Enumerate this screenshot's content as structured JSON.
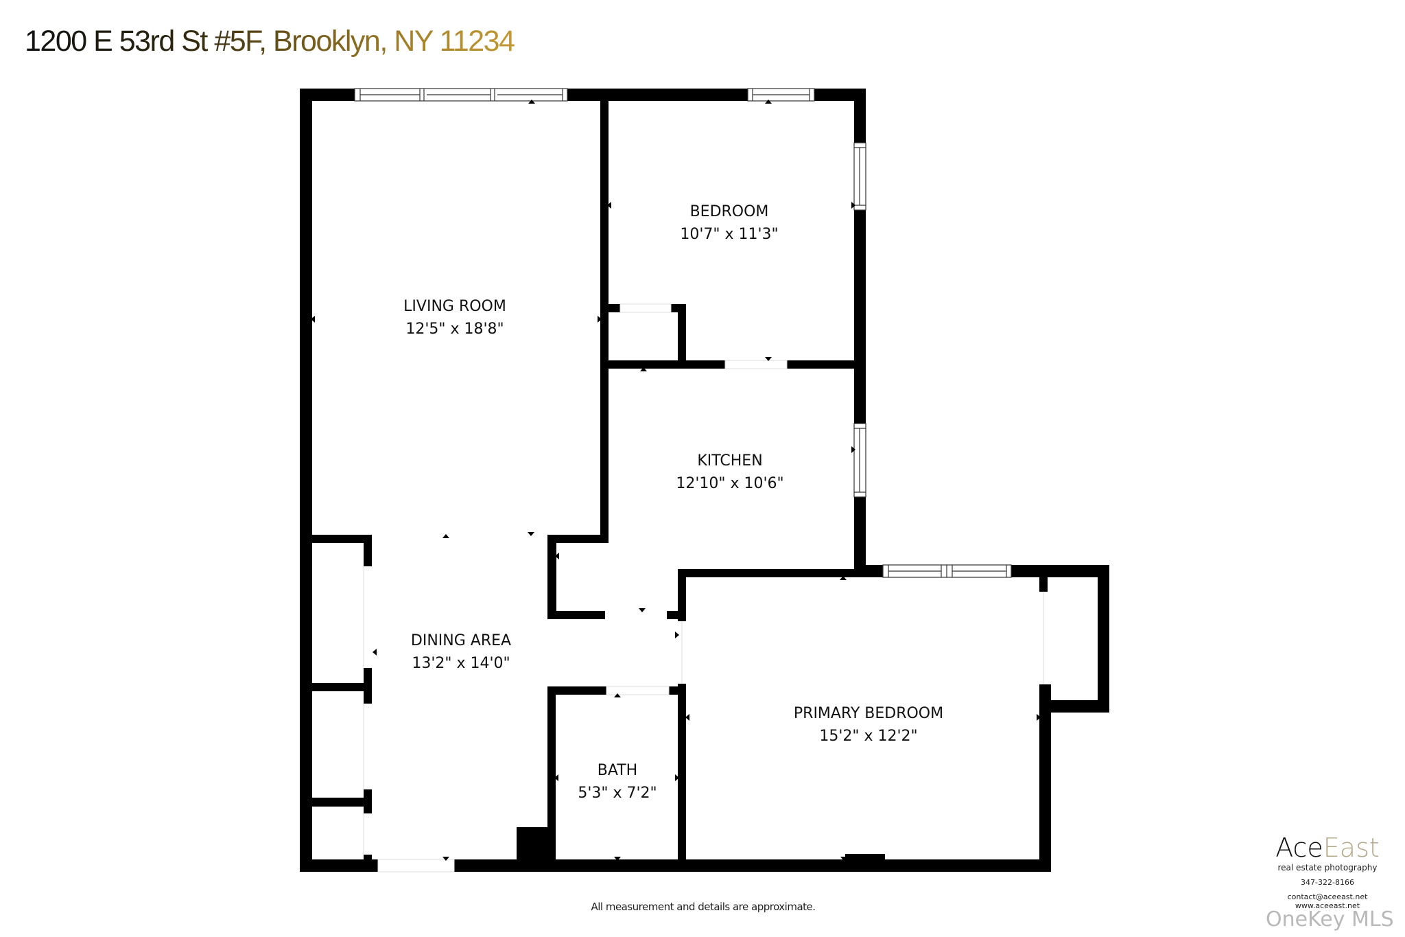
{
  "header": {
    "address": "1200 E 53rd St #5F, Brooklyn, NY 11234"
  },
  "floorplan": {
    "wall_color": "#000000",
    "rooms": [
      {
        "id": "living-room",
        "name": "LIVING ROOM",
        "dims": "12'5\" x 18'8\""
      },
      {
        "id": "bedroom",
        "name": "BEDROOM",
        "dims": "10'7\" x 11'3\""
      },
      {
        "id": "kitchen",
        "name": "KITCHEN",
        "dims": "12'10\" x 10'6\""
      },
      {
        "id": "dining-area",
        "name": "DINING AREA",
        "dims": "13'2\" x 14'0\""
      },
      {
        "id": "bath",
        "name": "BATH",
        "dims": "5'3\" x 7'2\""
      },
      {
        "id": "primary-bedroom",
        "name": "PRIMARY BEDROOM",
        "dims": "15'2\" x 12'2\""
      }
    ]
  },
  "footer": {
    "disclaimer": "All measurement and details are approximate."
  },
  "logo": {
    "brand_part1": "Ace",
    "brand_part2": "East",
    "tagline": "real estate photography",
    "phone": "347-322-8166",
    "email": "contact@aceeast.net",
    "website": "www.aceeast.net"
  },
  "watermark": "OneKey MLS"
}
